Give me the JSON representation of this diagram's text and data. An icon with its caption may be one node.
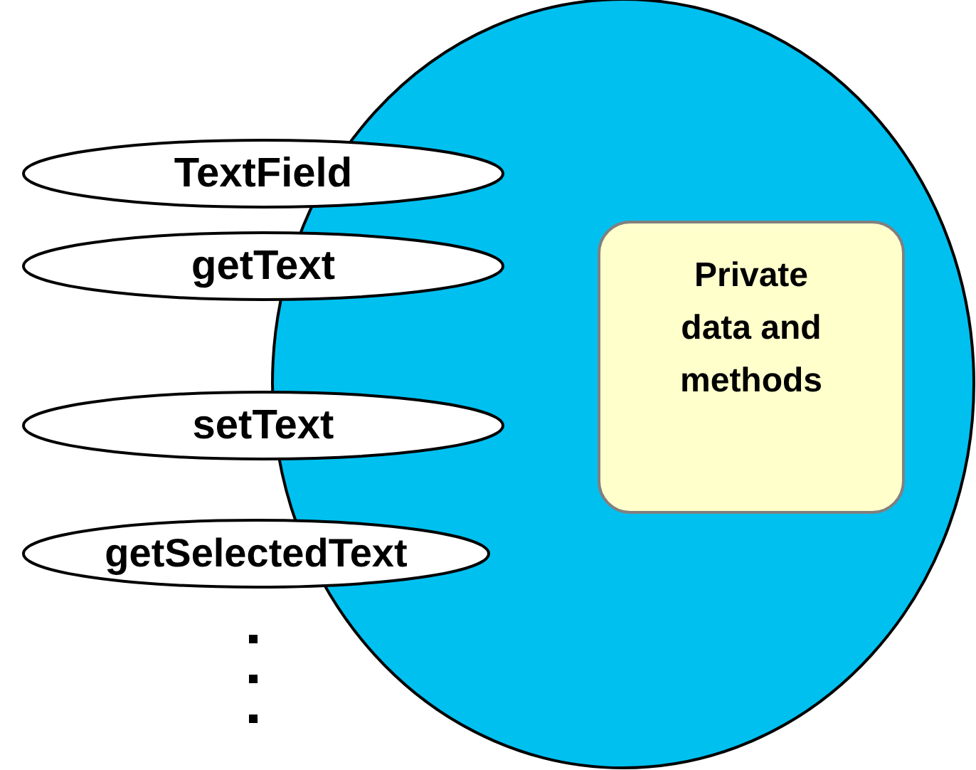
{
  "diagram": {
    "nodes": [
      {
        "text": [],
        "shape": "circle"
      },
      {
        "text": [
          "Private data and methods"
        ],
        "in": 0
      },
      {
        "text": [
          "TextField"
        ]
      },
      {
        "text": [
          "getText"
        ]
      },
      {
        "text": [
          "setText"
        ]
      },
      {
        "text": [
          "getSelectedText"
        ]
      }
    ]
  }
}
